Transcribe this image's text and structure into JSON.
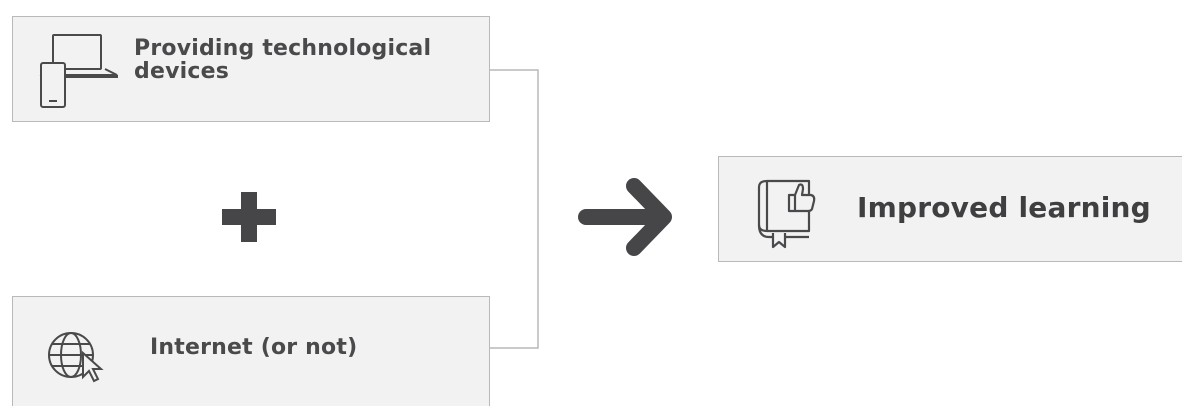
{
  "inputs": {
    "devices_label": "Providing technological devices",
    "internet_label": "Internet (or not)"
  },
  "result": {
    "label": "Improved learning"
  },
  "icons": {
    "devices": "laptop-phone-icon",
    "internet": "globe-cursor-icon",
    "result": "book-thumbs-up-icon",
    "operator": "plus-icon",
    "flow": "arrow-right-icon"
  },
  "colors": {
    "box_fill": "#f2f2f3",
    "box_border": "#b9b9bb",
    "text": "#4a4a4c",
    "symbol": "#464648"
  }
}
